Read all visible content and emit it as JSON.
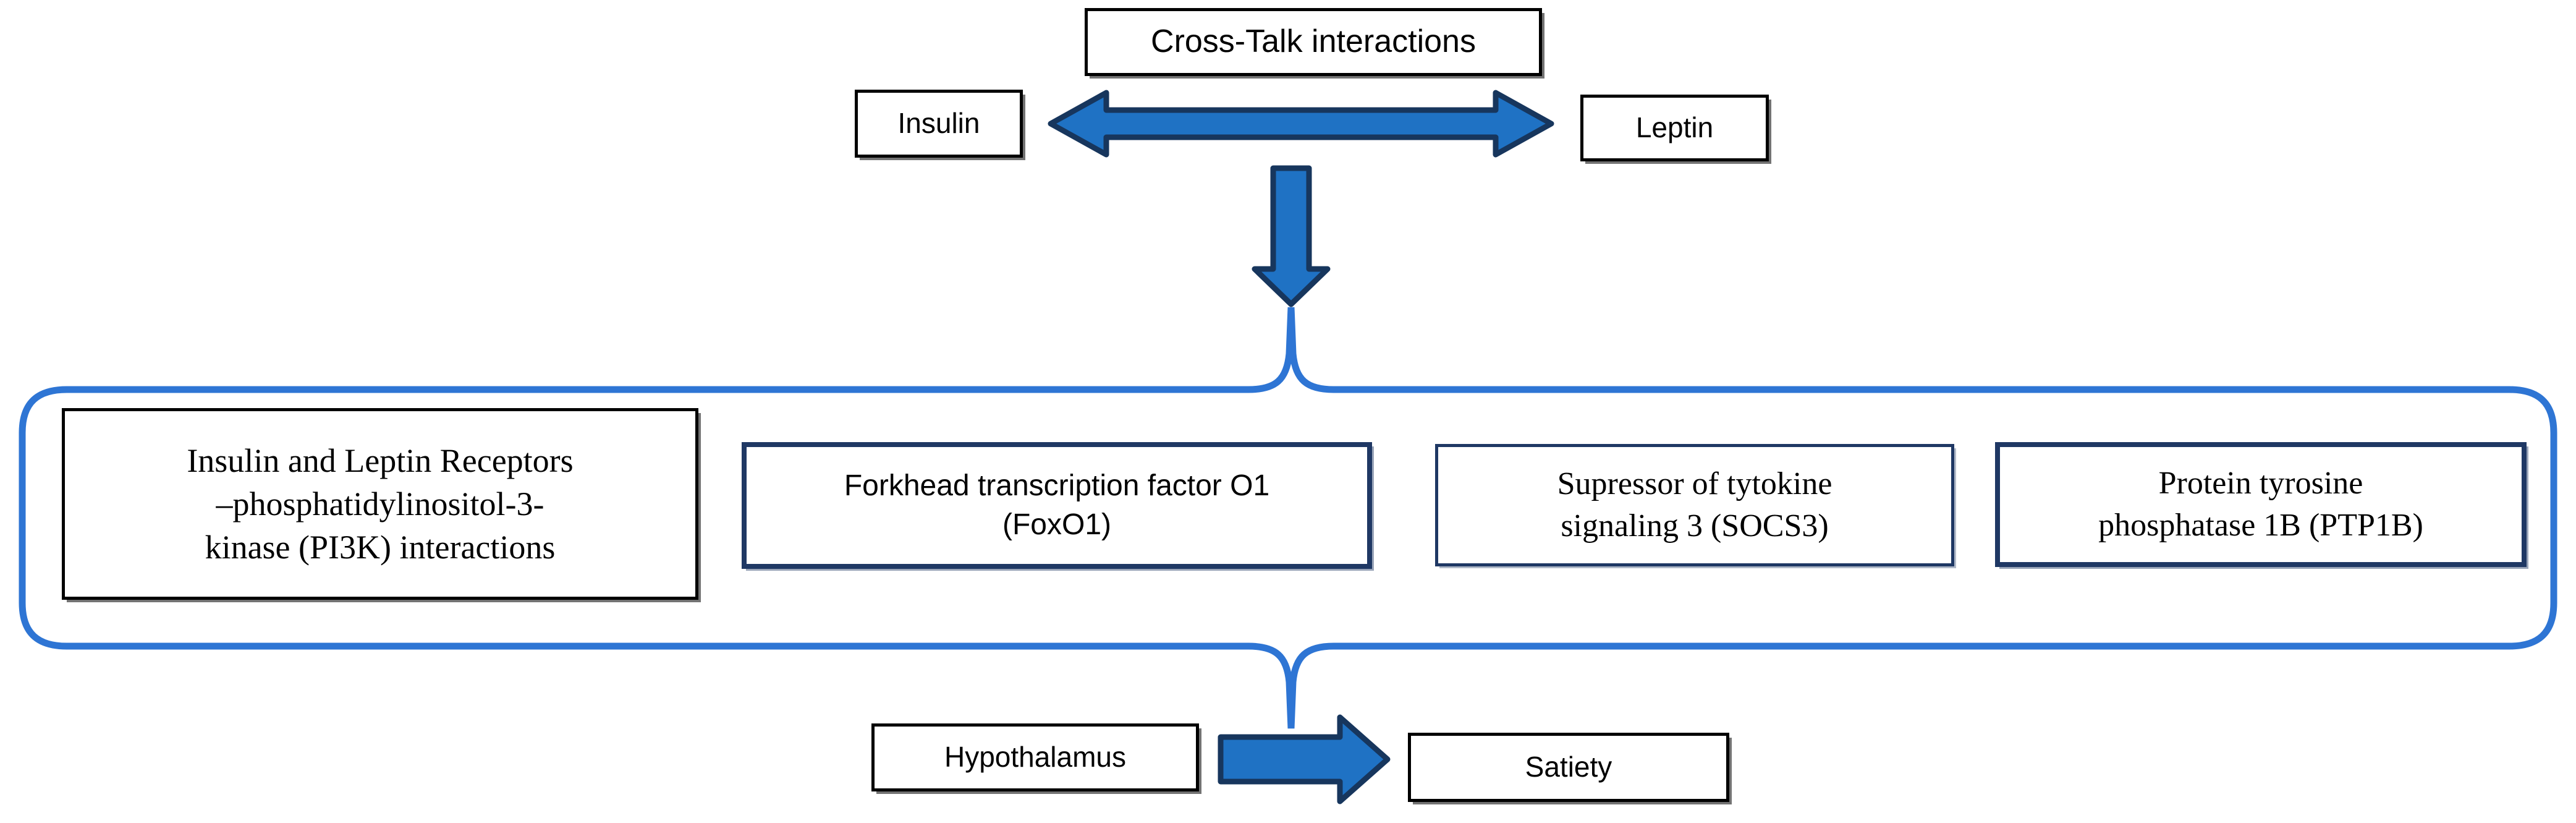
{
  "diagram": {
    "title": "Cross-Talk interactions",
    "colors": {
      "arrow_fill": "#1F72C4",
      "arrow_stroke": "#17365D",
      "brace": "#2E75D4",
      "box_border_black": "#000000",
      "box_border_navy": "#1F3864",
      "background": "#FFFFFF",
      "text": "#000000"
    },
    "top_row": {
      "title_box": {
        "label": "Cross-Talk interactions"
      },
      "left_node": {
        "label": "Insulin"
      },
      "right_node": {
        "label": "Leptin"
      },
      "connector": {
        "name": "bidirectional-arrow",
        "direction": "both"
      }
    },
    "down_connector": {
      "name": "down-arrow",
      "direction": "down"
    },
    "mechanisms": {
      "brace_top": {
        "name": "top-curly-brace"
      },
      "brace_bottom": {
        "name": "bottom-curly-brace"
      },
      "items": [
        {
          "id": "pi3k",
          "border": "black",
          "font": "serif",
          "lines": [
            "Insulin and Leptin Receptors",
            "–phosphatidylinositol-3-",
            "kinase (PI3K) interactions"
          ]
        },
        {
          "id": "foxo1",
          "border": "navy-thick",
          "font": "sans",
          "lines": [
            "Forkhead transcription factor O1",
            "(FoxO1)"
          ]
        },
        {
          "id": "socs3",
          "border": "navy-thin",
          "font": "serif",
          "lines": [
            "Supressor  of tytokine",
            "signaling 3 (SOCS3)"
          ]
        },
        {
          "id": "ptp1b",
          "border": "navy-thick",
          "font": "serif",
          "lines": [
            "Protein tyrosine",
            "phosphatase 1B (PTP1B)"
          ]
        }
      ]
    },
    "bottom_row": {
      "left_node": {
        "label": "Hypothalamus"
      },
      "right_node": {
        "label": "Satiety"
      },
      "connector": {
        "name": "right-arrow",
        "direction": "right"
      }
    }
  }
}
